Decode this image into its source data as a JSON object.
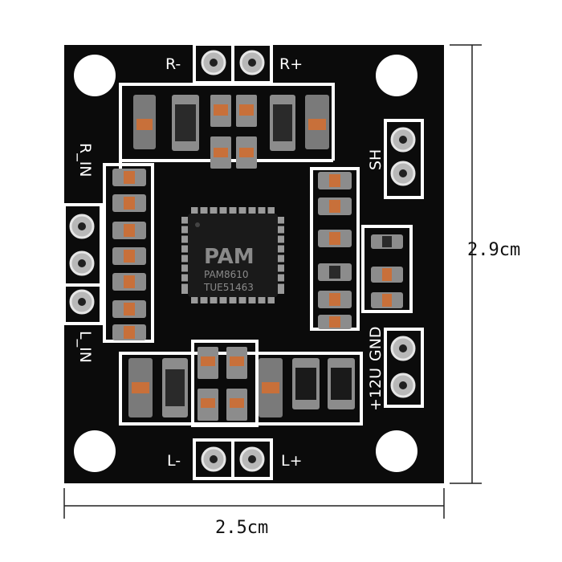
{
  "dimensions": {
    "height": "2.9cm",
    "width": "2.5cm"
  },
  "silkscreen": {
    "r_minus": "R-",
    "r_plus": "R+",
    "l_minus": "L-",
    "l_plus": "L+",
    "r_in": "R_IN",
    "l_in": "L_IN",
    "sh": "SH",
    "gnd": "GND",
    "v12": "+12U"
  },
  "chip": {
    "logo": "PAM",
    "model": "PAM8610",
    "code": "TUE51463"
  },
  "colors": {
    "board": "#0b0b0b",
    "silkscreen": "#ffffff",
    "chip": "#1a1a1a",
    "component_body": "#8c8c8c",
    "component_band": "#c8703a"
  }
}
